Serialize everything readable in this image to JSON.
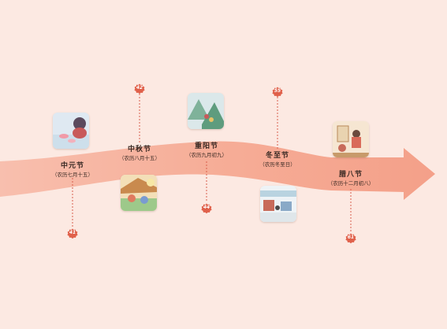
{
  "colors": {
    "background": "#fce9e2",
    "ribbon": "#f5a68e",
    "ribbon_light": "#f8bfae",
    "badge": "#e0604a",
    "dotted_line": "#d9604e"
  },
  "festivals": [
    {
      "name": "中元节",
      "date": "（农历七月十五）",
      "page": "41",
      "icon": "lotus-lantern-illustration"
    },
    {
      "name": "中秋节",
      "date": "（农历八月十五）",
      "page": "42",
      "icon": "family-courtyard-illustration"
    },
    {
      "name": "重阳节",
      "date": "（农历九月初九）",
      "page": "44",
      "icon": "mountain-climbing-illustration"
    },
    {
      "name": "冬至节",
      "date": "（农历冬至日）",
      "page": "55",
      "icon": "winter-market-illustration"
    },
    {
      "name": "腊八节",
      "date": "（农历十二月初八）",
      "page": "61",
      "icon": "cooking-congee-illustration"
    }
  ]
}
